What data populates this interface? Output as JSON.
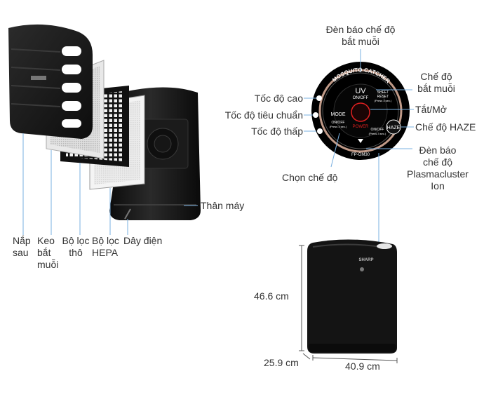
{
  "exploded_labels": {
    "back_cover": "Nắp\nsau",
    "mosquito_glue": "Keo\nbắt\nmuỗi",
    "pre_filter": "Bộ lọc\nthô",
    "hepa_filter": "Bộ lọc\nHEPA",
    "power_cord": "Dây điện",
    "main_body": "Thân máy"
  },
  "panel_labels": {
    "mosquito_indicator": "Đèn báo chế độ\nbắt muỗi",
    "mosquito_mode": "Chế độ\nbắt muỗi",
    "high_speed": "Tốc độ cao",
    "standard_speed": "Tốc độ tiêu chuẩn",
    "low_speed": "Tốc độ thấp",
    "on_off": "Tắt/Mở",
    "haze_mode": "Chế độ HAZE",
    "plasma_indicator": "Đèn báo\nchế độ\nPlasmacluster\nIon",
    "mode_select": "Chọn chế độ"
  },
  "panel_text": {
    "arc_text": "MOSQUITO CATCHER",
    "uv": "UV",
    "uv_onoff": "ON/OFF",
    "sheet_reset": "SHEET\nRESET",
    "press_3sec": "(Press 3 sec.)",
    "power": "POWER",
    "mode": "MODE",
    "plasma_onoff": "ON/OFF",
    "haze": "HAZE",
    "model": "FP-GM30",
    "brand": "SHARP"
  },
  "dimensions": {
    "height": "46.6 cm",
    "depth": "25.9 cm",
    "width": "40.9 cm"
  },
  "colors": {
    "device_black": "#141414",
    "grille_black": "#1e1e1e",
    "panel_ring": "#b08a7a",
    "power_red": "#e02020",
    "callout_blue": "#7ab0e0"
  }
}
